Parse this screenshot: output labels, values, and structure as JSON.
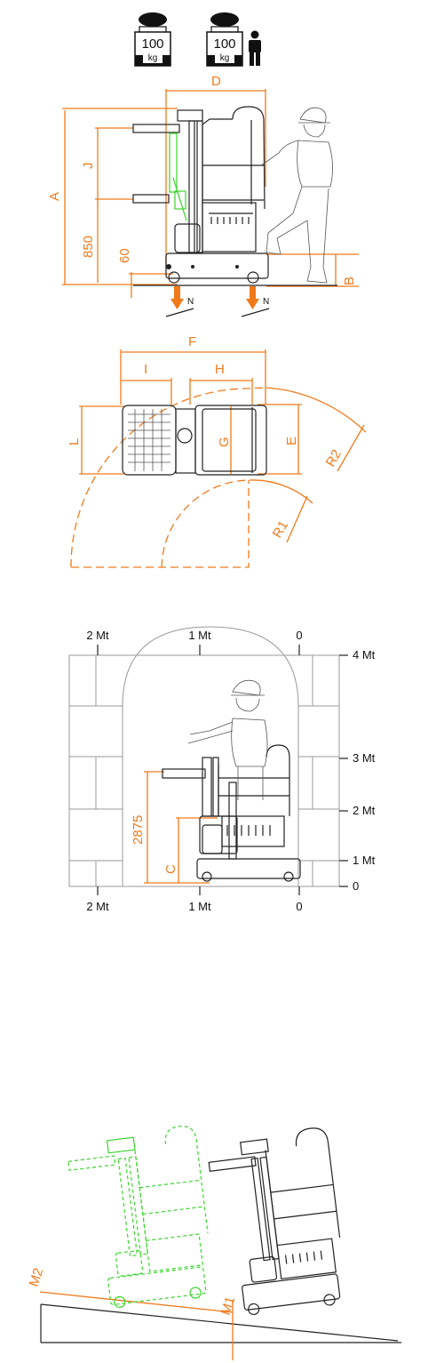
{
  "load_icons": {
    "load_value": "100",
    "load_unit": "kg"
  },
  "side_view": {
    "dim_a": "A",
    "dim_b": "B",
    "dim_d": "D",
    "dim_j": "J",
    "dim_850": "850",
    "dim_60": "60",
    "force_n_front": "N",
    "force_n_rear": "N"
  },
  "top_view": {
    "dim_f": "F",
    "dim_i": "I",
    "dim_h": "H",
    "dim_l": "L",
    "dim_g": "G",
    "dim_e": "E",
    "radius_r1": "R1",
    "radius_r2": "R2"
  },
  "working_range": {
    "x_top_labels": [
      "2 Mt",
      "1 Mt",
      "0"
    ],
    "x_bottom_labels": [
      "2 Mt",
      "1 Mt",
      "0"
    ],
    "y_labels": [
      "4 Mt",
      "3 Mt",
      "2 Mt",
      "1 Mt",
      "0"
    ],
    "dim_2875": "2875",
    "dim_c": "C"
  },
  "slope_view": {
    "label_m1": "M1",
    "label_m2": "M2"
  },
  "colors": {
    "dimension": "#f07a1a",
    "tilted_machine": "#39d629",
    "machine": "#222222"
  }
}
